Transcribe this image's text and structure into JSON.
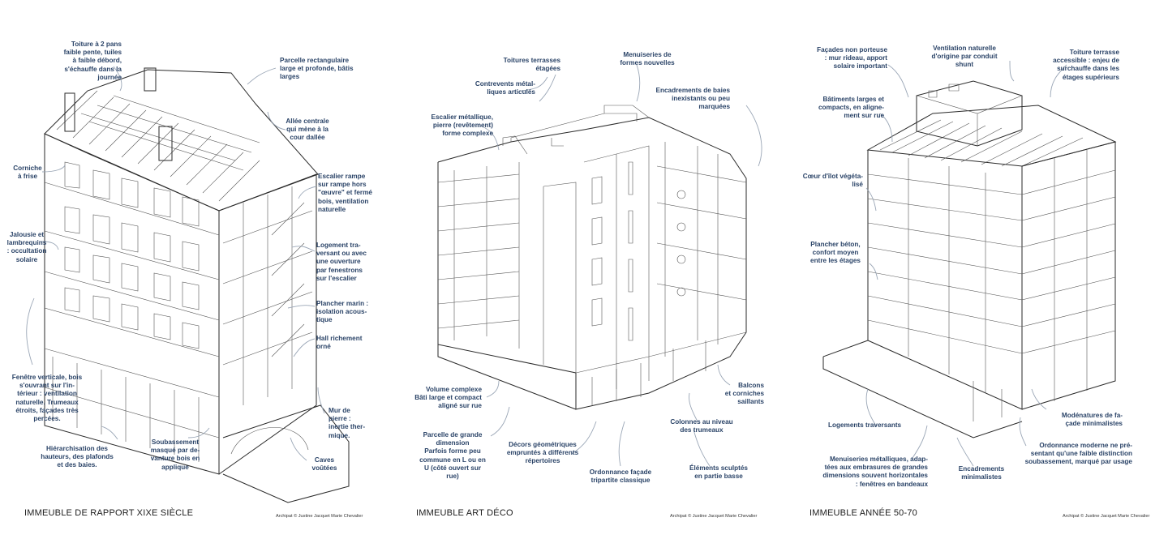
{
  "colors": {
    "label": "#2b4468",
    "arrow": "#9aa6b6",
    "line": "#2a2a2a",
    "title": "#1c1c1c"
  },
  "panels": [
    {
      "title": "IMMEUBLE DE RAPPORT XIXE SIÈCLE",
      "credit": "Archipat © Justine Jacquet Marie Chevalier",
      "labels": [
        [
          "Toiture à 2 pans",
          "faible pente, tuiles",
          "à faible débord,",
          "s'échauffe dans la",
          "journée"
        ],
        [
          "Parcelle rectangulaire",
          "large et profonde, bâtis",
          "larges"
        ],
        [
          "Allée centrale",
          "qui mène à la",
          "cour dallée"
        ],
        [
          "Corniche",
          "à frise"
        ],
        [
          "Escalier rampe",
          "sur rampe hors",
          "\"œuvre\" et fermé",
          "bois, ventilation",
          "naturelle"
        ],
        [
          "Jalousie et",
          "lambrequins",
          ": occultation",
          "solaire"
        ],
        [
          "Logement tra-",
          "versant ou avec",
          "une ouverture",
          "par fenestrons",
          "sur l'escalier"
        ],
        [
          "Plancher marin :",
          "isolation acous-",
          "tique"
        ],
        [
          "Hall richement",
          "orné"
        ],
        [
          "Fenêtre verticale, bois",
          "s'ouvrant sur l'in-",
          "térieur : ventilation",
          "naturelle. Trumeaux",
          "étroits, façades très",
          "percées."
        ],
        [
          "Mur de",
          "pierre :",
          "inertie ther-",
          "mique."
        ],
        [
          "Hiérarchisation des",
          "hauteurs, des plafonds",
          "et des baies."
        ],
        [
          "Soubassement",
          "masqué par de-",
          "vanture bois en",
          "applique"
        ],
        [
          "Caves",
          "voûtées"
        ]
      ]
    },
    {
      "title": "IMMEUBLE ART DÉCO",
      "credit": "Archipat © Justine Jacquet Marie Chevalier",
      "labels": [
        [
          "Toitures terrasses",
          "étagées"
        ],
        [
          "Menuiseries de",
          "formes nouvelles"
        ],
        [
          "Contrevents métal-",
          "liques articulés"
        ],
        [
          "Encadrements de baies",
          "inexistants ou peu",
          "marquées"
        ],
        [
          "Escalier métallique,",
          "pierre (revêtement)",
          "forme complexe"
        ],
        [
          "Volume complexe",
          "Bâti large et compact",
          "aligné sur rue"
        ],
        [
          "Balcons",
          "et corniches",
          "saillants"
        ],
        [
          "Parcelle de grande",
          "dimension",
          "Parfois forme peu",
          "commune en L ou en",
          "U (côté ouvert sur",
          "rue)"
        ],
        [
          "Décors géométriques",
          "empruntés à différents",
          "répertoires"
        ],
        [
          "Colonnes au niveau",
          "des trumeaux"
        ],
        [
          "Ordonnance façade",
          "tripartite classique"
        ],
        [
          "Éléments sculptés",
          "en partie basse"
        ]
      ]
    },
    {
      "title": "IMMEUBLE ANNÉE 50-70",
      "credit": "Archipat © Justine Jacquet Marie Chevalier",
      "labels": [
        [
          "Façades non porteuse",
          ": mur rideau, apport",
          "solaire important"
        ],
        [
          "Ventilation naturelle",
          "d'origine par conduit",
          "shunt"
        ],
        [
          "Toiture terrasse",
          "accessible : enjeu de",
          "surchauffe dans les",
          "étages supérieurs"
        ],
        [
          "Bâtiments larges et",
          "compacts, en aligne-",
          "ment sur rue"
        ],
        [
          "Cœur d'îlot végéta-",
          "lisé"
        ],
        [
          "Plancher béton,",
          "confort moyen",
          "entre les étages"
        ],
        [
          "Modénatures de fa-",
          "çade minimalistes"
        ],
        [
          "Logements traversants"
        ],
        [
          "Ordonnance moderne ne pré-",
          "sentant qu'une faible distinction",
          "soubassement, marqué par usage"
        ],
        [
          "Menuiseries métalliques, adap-",
          "tées aux embrasures de grandes",
          "dimensions souvent horizontales",
          ": fenêtres en bandeaux"
        ],
        [
          "Encadrements",
          "minimalistes"
        ]
      ]
    }
  ]
}
